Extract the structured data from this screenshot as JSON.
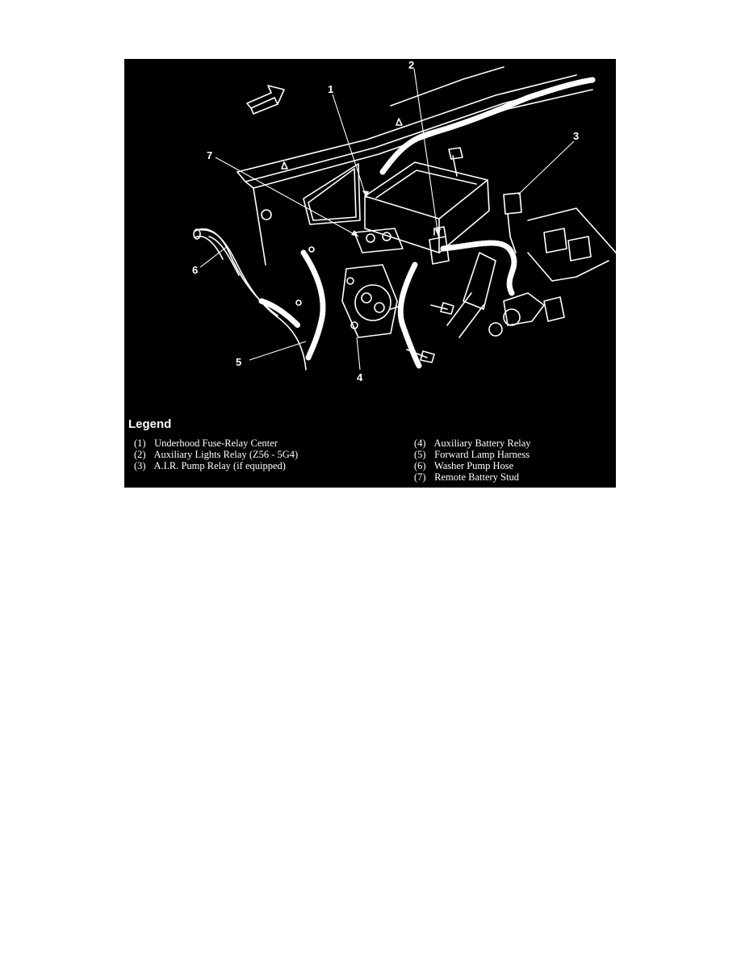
{
  "diagram": {
    "callouts": [
      "1",
      "2",
      "3",
      "4",
      "5",
      "6",
      "7"
    ],
    "legend_title": "Legend",
    "legend_left": [
      {
        "num": "(1)",
        "text": "Underhood Fuse-Relay Center"
      },
      {
        "num": "(2)",
        "text": "Auxiliary Lights Relay (Z56 - 5G4)"
      },
      {
        "num": "(3)",
        "text": "A.I.R. Pump Relay (if equipped)"
      }
    ],
    "legend_right": [
      {
        "num": "(4)",
        "text": "Auxiliary Battery Relay"
      },
      {
        "num": "(5)",
        "text": "Forward Lamp Harness"
      },
      {
        "num": "(6)",
        "text": "Washer Pump Hose"
      },
      {
        "num": "(7)",
        "text": "Remote Battery Stud"
      }
    ],
    "colors": {
      "background": "#000000",
      "lines": "#ffffff"
    }
  }
}
